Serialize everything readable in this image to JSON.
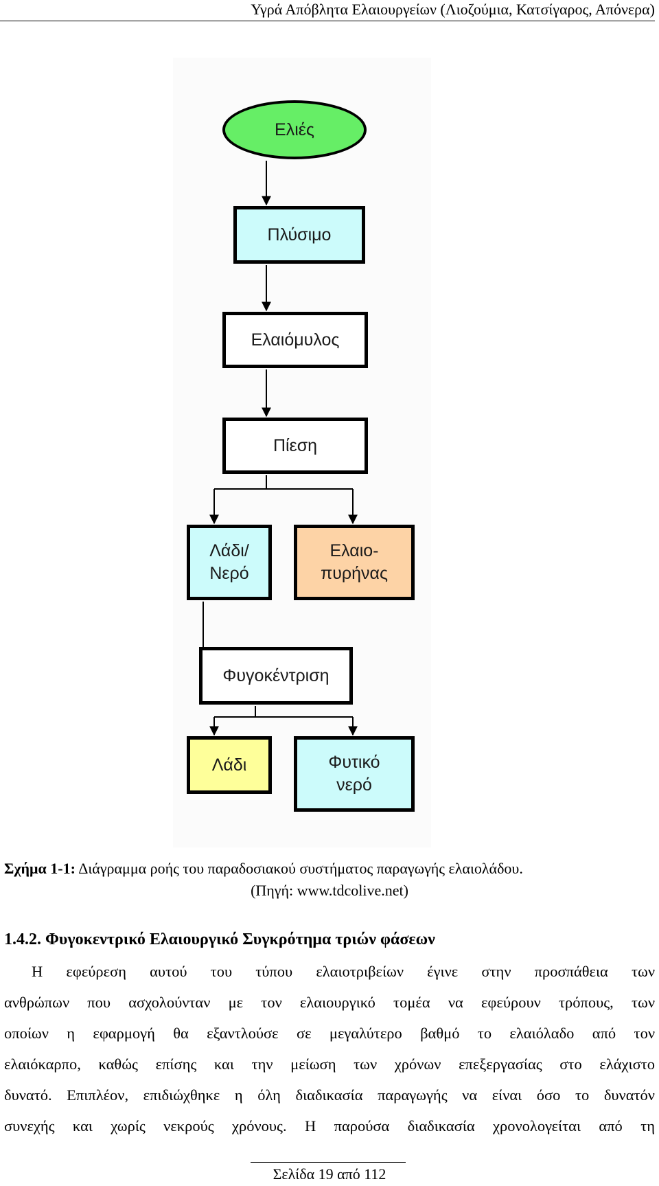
{
  "header": {
    "running_title": "Υγρά Απόβλητα Ελαιουργείων (Λιοζούμια, Κατσίγαρος, Απόνερα)"
  },
  "figure": {
    "nodes": {
      "olives": "Ελιές",
      "washing": "Πλύσιμο",
      "mill": "Ελαιόμυλος",
      "press": "Πίεση",
      "oil_water": "Λάδι/\nΝερό",
      "pits": "Ελαιο-\nπυρήνας",
      "centrifuge": "Φυγοκέντριση",
      "oil": "Λάδι",
      "vegetation_water": "Φυτικό\nνερό"
    },
    "colors": {
      "start_fill": "#66ee66",
      "process_cyan": "#ccfbfb",
      "pits_orange": "#fdd3a6",
      "oil_yellow": "#feff9a",
      "white": "#ffffff",
      "border": "#000000"
    }
  },
  "caption": {
    "label": "Σχήμα 1-1:",
    "text": " Διάγραμμα ροής του παραδοσιακού συστήματος παραγωγής ελαιολάδου.",
    "source": "(Πηγή: www.tdcolive.net)"
  },
  "section": {
    "heading": "1.4.2. Φυγοκεντρικό Ελαιουργικό Συγκρότημα τριών φάσεων"
  },
  "body": {
    "lines": [
      "Η εφεύρεση αυτού του τύπου ελαιοτριβείων έγινε στην προσπάθεια των",
      "ανθρώπων που ασχολούνταν με τον ελαιουργικό τομέα να εφεύρουν τρόπους, των",
      "οποίων η εφαρμογή θα εξαντλούσε σε μεγαλύτερο βαθμό το ελαιόλαδο από τον",
      "ελαιόκαρπο, καθώς επίσης και την μείωση των χρόνων επεξεργασίας στο ελάχιστο",
      "δυνατό. Επιπλέον, επιδιώχθηκε η όλη διαδικασία παραγωγής να είναι όσο το δυνατόν",
      "συνεχής και χωρίς νεκρούς χρόνους. Η παρούσα διαδικασία χρονολογείται από τη"
    ]
  },
  "footer": {
    "page_number": "Σελίδα 19 από 112"
  }
}
